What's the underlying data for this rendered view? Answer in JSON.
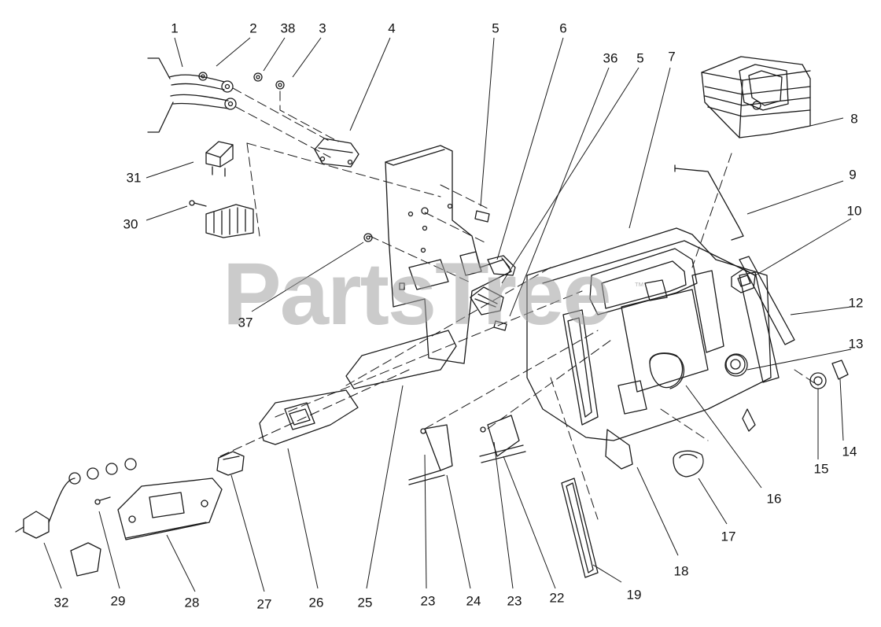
{
  "watermark": "PartsTree",
  "trademark": "™",
  "caption": "",
  "callouts": [
    {
      "label": "1"
    },
    {
      "label": "2"
    },
    {
      "label": "38"
    },
    {
      "label": "3"
    },
    {
      "label": "4"
    },
    {
      "label": "5"
    },
    {
      "label": "6"
    },
    {
      "label": "36"
    },
    {
      "label": "5"
    },
    {
      "label": "7"
    },
    {
      "label": "8"
    },
    {
      "label": "9"
    },
    {
      "label": "10"
    },
    {
      "label": "12"
    },
    {
      "label": "13"
    },
    {
      "label": "31"
    },
    {
      "label": "30"
    },
    {
      "label": "37"
    },
    {
      "label": "14"
    },
    {
      "label": "15"
    },
    {
      "label": "16"
    },
    {
      "label": "17"
    },
    {
      "label": "18"
    },
    {
      "label": "19"
    },
    {
      "label": "22"
    },
    {
      "label": "23"
    },
    {
      "label": "24"
    },
    {
      "label": "23"
    },
    {
      "label": "25"
    },
    {
      "label": "26"
    },
    {
      "label": "27"
    },
    {
      "label": "28"
    },
    {
      "label": "29"
    },
    {
      "label": "32"
    }
  ],
  "colors": {
    "line": "#1a1a1a",
    "watermark": "#a0a0a0",
    "background": "#ffffff"
  }
}
